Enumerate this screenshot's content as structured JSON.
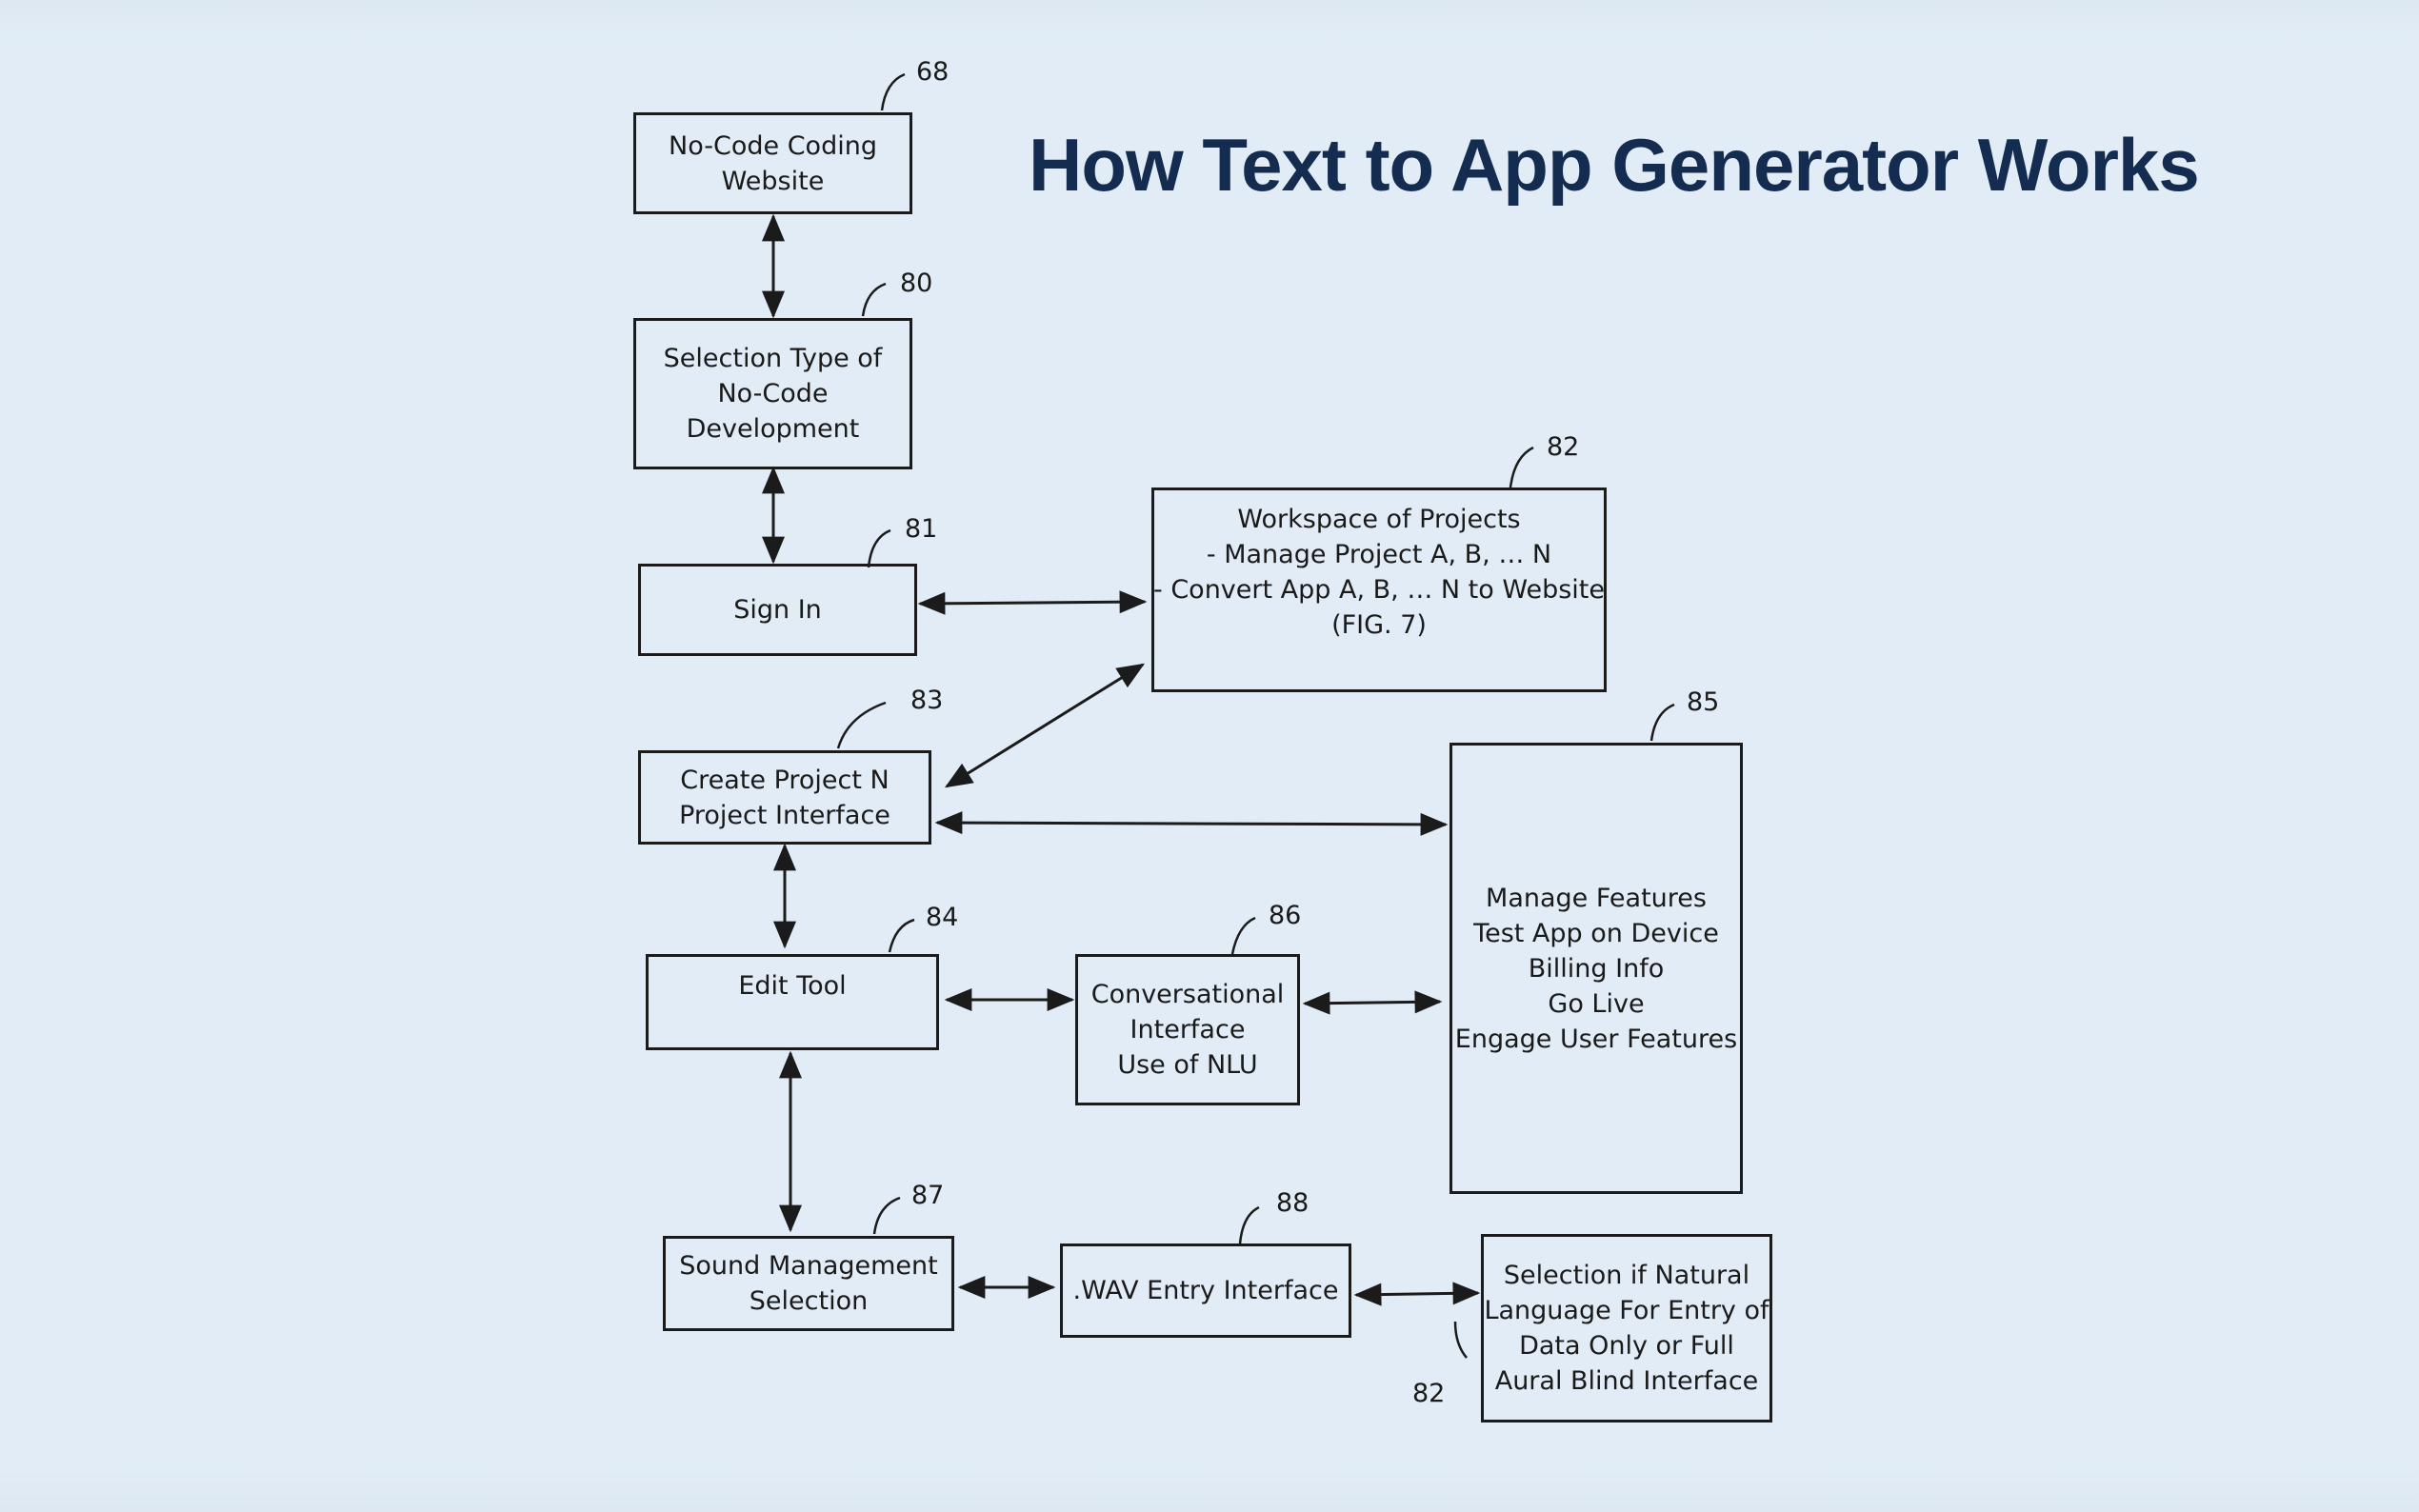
{
  "title": "How Text to App Generator Works",
  "boxes": {
    "no_code_website": {
      "ref": "68",
      "lines": [
        "No-Code Coding",
        "Website"
      ]
    },
    "selection_type": {
      "ref": "80",
      "lines": [
        "Selection Type of",
        "No-Code",
        "Development"
      ]
    },
    "sign_in": {
      "ref": "81",
      "lines": [
        "Sign In"
      ]
    },
    "workspace": {
      "ref": "82",
      "lines": [
        "Workspace of Projects",
        "- Manage Project A, B, … N",
        "- Convert App A, B, … N to Website",
        "(FIG. 7)"
      ]
    },
    "create_project": {
      "ref": "83",
      "lines": [
        "Create Project N",
        "Project Interface"
      ]
    },
    "manage_features": {
      "ref": "85",
      "lines": [
        "Manage Features",
        "Test App on Device",
        "Billing Info",
        "Go Live",
        "Engage User Features"
      ]
    },
    "edit_tool": {
      "ref": "84",
      "lines": [
        "Edit Tool"
      ]
    },
    "conversational": {
      "ref": "86",
      "lines": [
        "Conversational",
        "Interface",
        "Use of NLU"
      ]
    },
    "sound_management": {
      "ref": "87",
      "lines": [
        "Sound Management",
        "Selection"
      ]
    },
    "wav_entry": {
      "ref": "88",
      "lines": [
        ".WAV Entry Interface"
      ]
    },
    "natural_language": {
      "ref": "82",
      "lines": [
        "Selection if Natural",
        "Language For Entry of",
        "Data Only or Full",
        "Aural Blind Interface"
      ]
    }
  },
  "colors": {
    "background": "#e1ecf6",
    "title": "#132c4f",
    "line": "#1b1b1b"
  }
}
